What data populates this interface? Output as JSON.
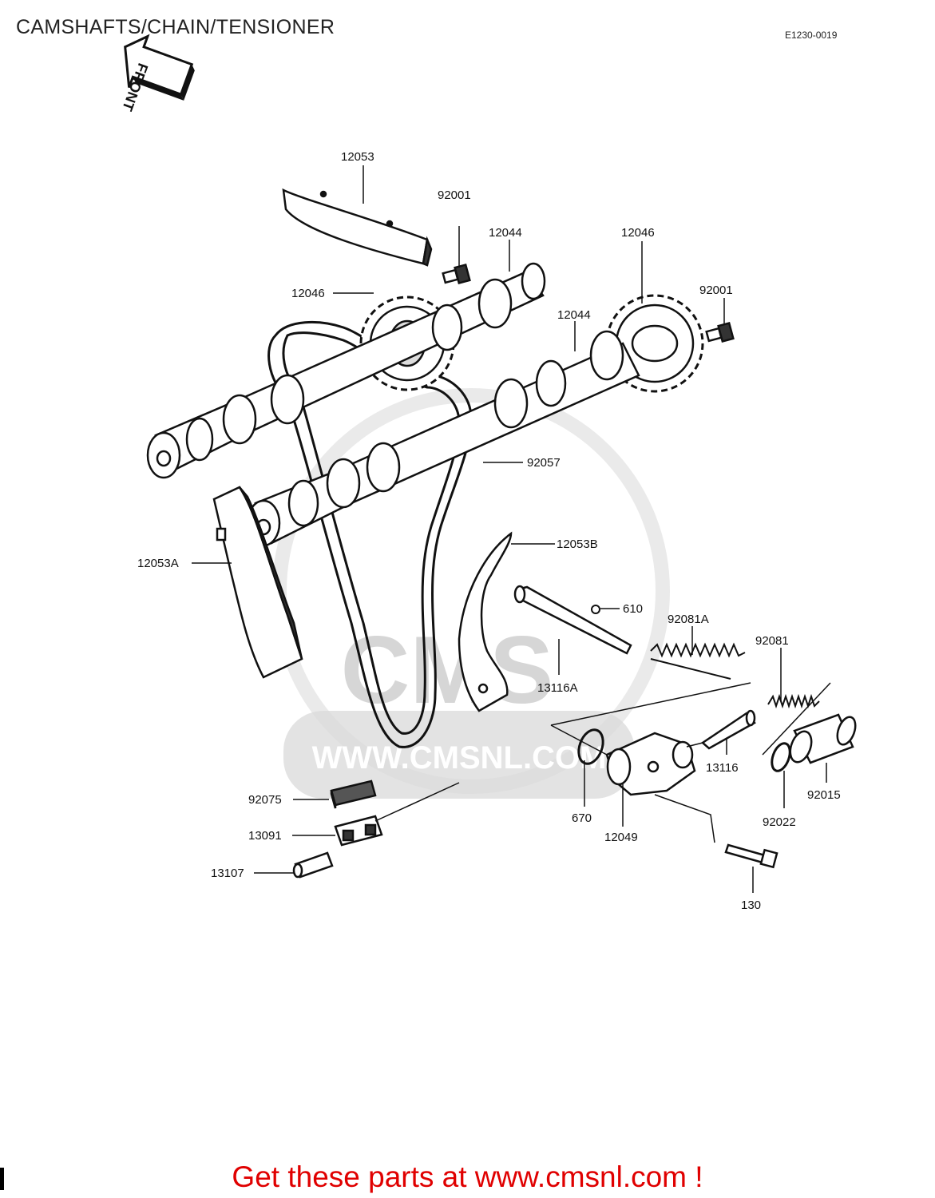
{
  "page": {
    "title": "CAMSHAFTS/CHAIN/TENSIONER",
    "diagram_code": "E1230-0019",
    "front_arrow_label": "FRONT",
    "cta_text": "Get these parts at www.cmsnl.com !"
  },
  "watermark": {
    "logo_text": "CMS",
    "url_text": "WWW.CMSNL.COM",
    "color": "#d9d9d9"
  },
  "parts": {
    "p12053": "12053",
    "p92001_a": "92001",
    "p12044_a": "12044",
    "p12046_a": "12046",
    "p12046_b": "12046",
    "p92001_b": "92001",
    "p12044_b": "12044",
    "p92057": "92057",
    "p12053B": "12053B",
    "p12053A": "12053A",
    "p610": "610",
    "p92081A": "92081A",
    "p92081": "92081",
    "p13116A": "13116A",
    "p13116": "13116",
    "p92075": "92075",
    "p670": "670",
    "p12049": "12049",
    "p92022": "92022",
    "p92015": "92015",
    "p13091": "13091",
    "p13107": "13107",
    "p130": "130"
  },
  "colors": {
    "line": "#111111",
    "cta": "#e00000"
  }
}
